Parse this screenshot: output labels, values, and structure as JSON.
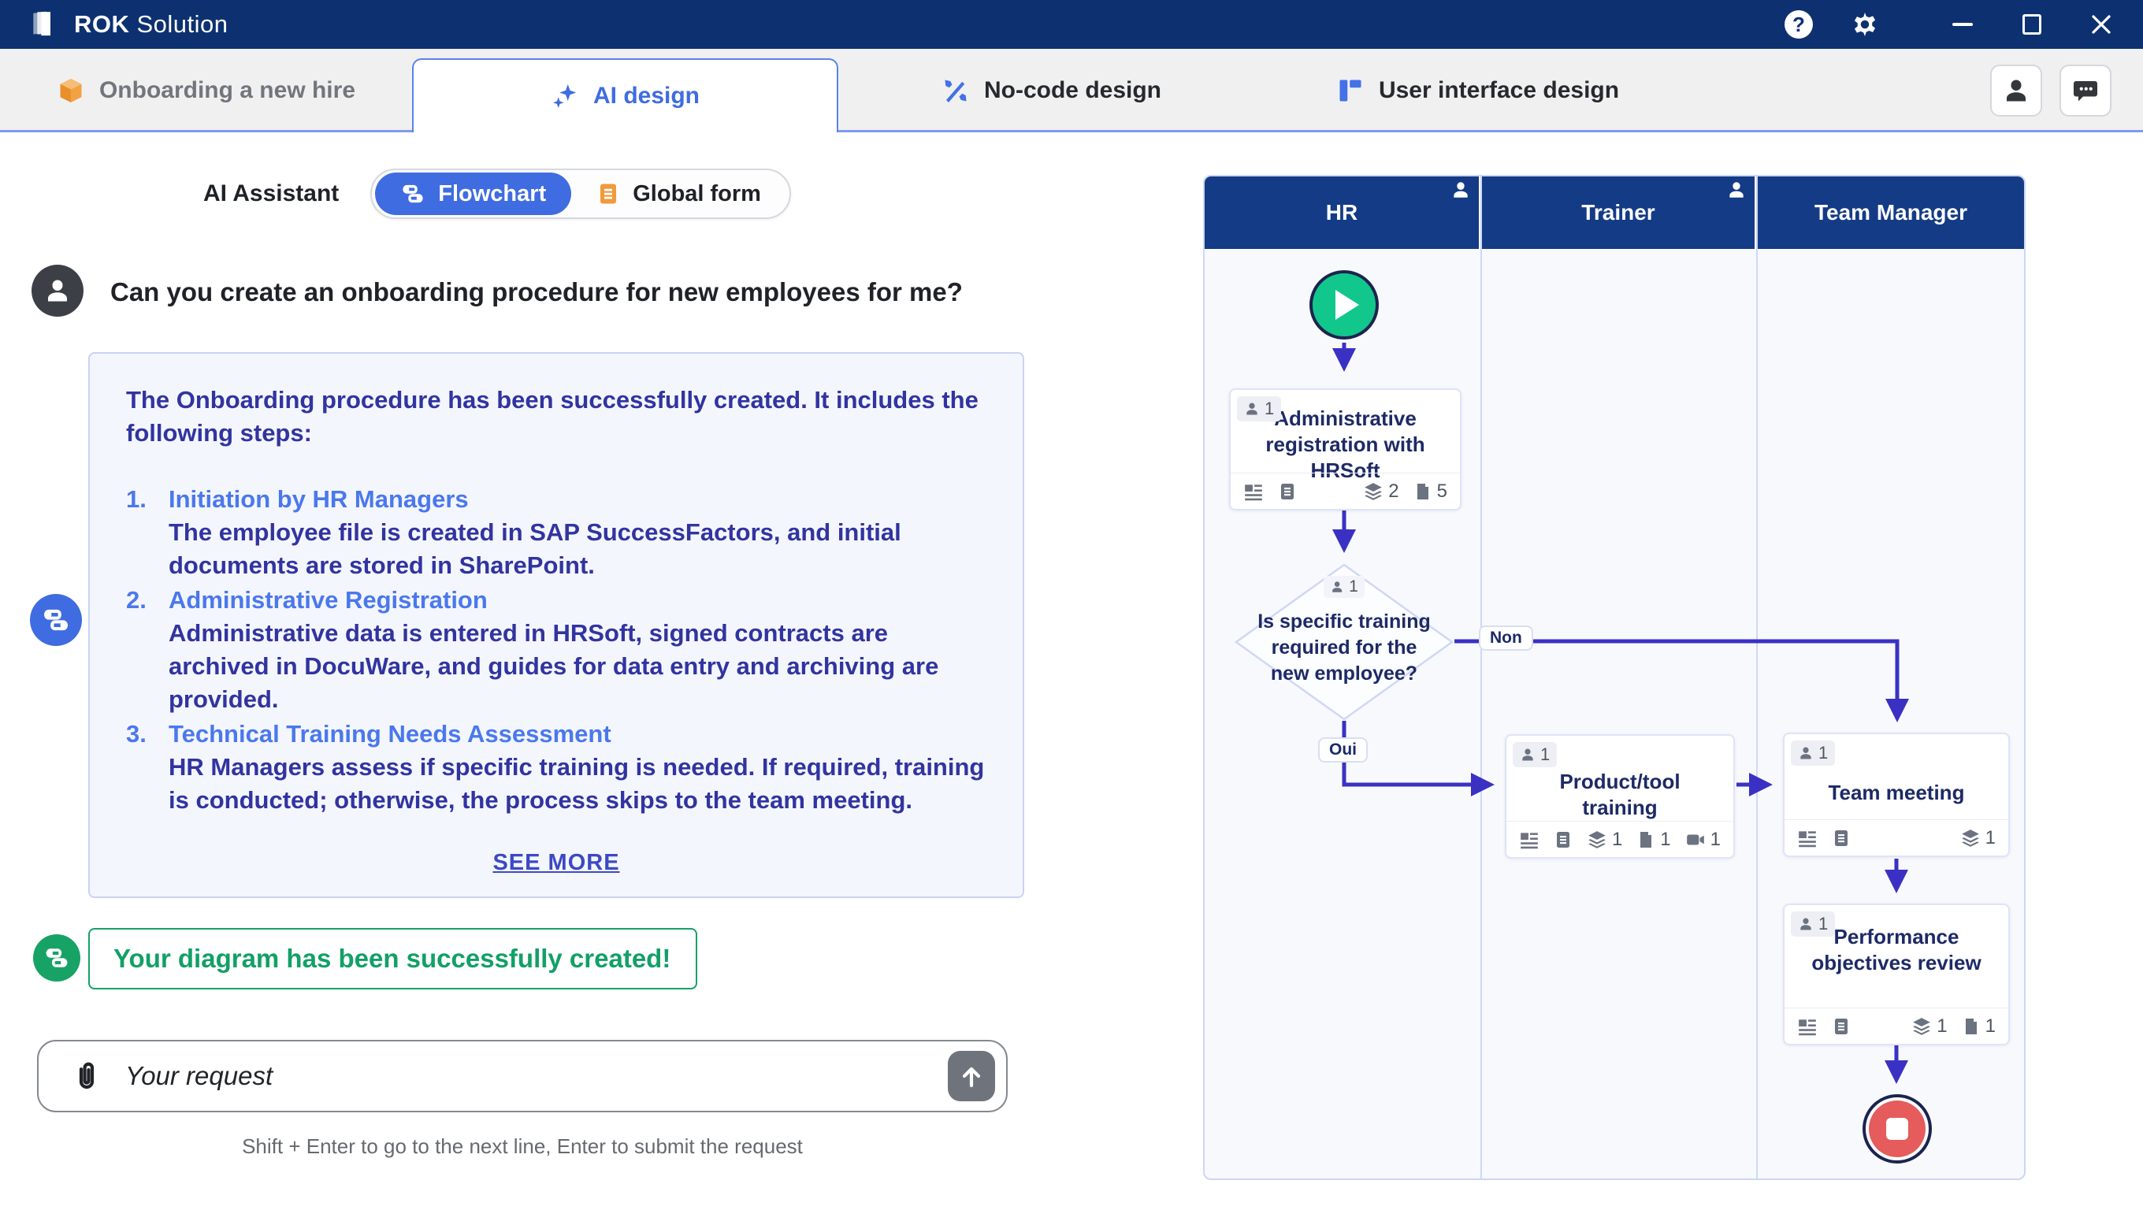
{
  "titlebar": {
    "brand_bold": "ROK",
    "brand_rest": " Solution"
  },
  "tabs": [
    {
      "label": "Onboarding a new hire",
      "icon": "cube"
    },
    {
      "label": "AI design",
      "icon": "sparkles",
      "active": true
    },
    {
      "label": "No-code design",
      "icon": "tools"
    },
    {
      "label": "User interface design",
      "icon": "layout"
    }
  ],
  "assistant_bar": {
    "label": "AI Assistant",
    "flowchart_toggle": "Flowchart",
    "global_form_toggle": "Global form"
  },
  "chat": {
    "question": "Can you create an onboarding procedure for new employees for me?",
    "response_intro": "The Onboarding procedure has been successfully created. It includes the following steps:",
    "steps": [
      {
        "num": "1.",
        "title": "Initiation by HR Managers",
        "body": "The employee file is created in SAP SuccessFactors, and initial documents are stored in SharePoint."
      },
      {
        "num": "2.",
        "title": "Administrative Registration",
        "body": "Administrative data is entered in HRSoft, signed contracts are archived in DocuWare, and guides for data entry and archiving are provided."
      },
      {
        "num": "3.",
        "title": "Technical Training Needs Assessment",
        "body": "HR Managers assess if specific training is needed. If required, training is conducted; otherwise, the process skips to the team meeting."
      }
    ],
    "see_more": "SEE MORE",
    "success_message": "Your diagram has been successfully created!",
    "input_placeholder": "Your request",
    "input_hint": "Shift + Enter to go to the next line, Enter to submit the request"
  },
  "flowchart": {
    "lanes": [
      {
        "name": "HR"
      },
      {
        "name": "Trainer"
      },
      {
        "name": "Team Manager"
      }
    ],
    "nodes": {
      "admin": {
        "title": "Administrative registration with HRSoft",
        "assignee_count": "1",
        "layers": "2",
        "files": "5"
      },
      "decision": {
        "title": "Is specific training required for the new employee?",
        "assignee_count": "1"
      },
      "training": {
        "title": "Product/tool training",
        "assignee_count": "1",
        "layers": "1",
        "files": "1",
        "videos": "1"
      },
      "meeting": {
        "title": "Team meeting",
        "assignee_count": "1",
        "layers": "1"
      },
      "review": {
        "title": "Performance objectives review",
        "assignee_count": "1",
        "layers": "1",
        "files": "1"
      }
    },
    "edges": {
      "no_label": "Non",
      "yes_label": "Oui"
    }
  },
  "colors": {
    "titlebar": "#0d3170",
    "lane_header": "#143b85",
    "accent_blue": "#3f6ce0",
    "connector": "#3a31c4",
    "start_green": "#12c78c",
    "success_green": "#15a266",
    "end_red": "#e65b5b",
    "step_heading_blue": "#4a78ec",
    "body_indigo": "#31349f"
  }
}
